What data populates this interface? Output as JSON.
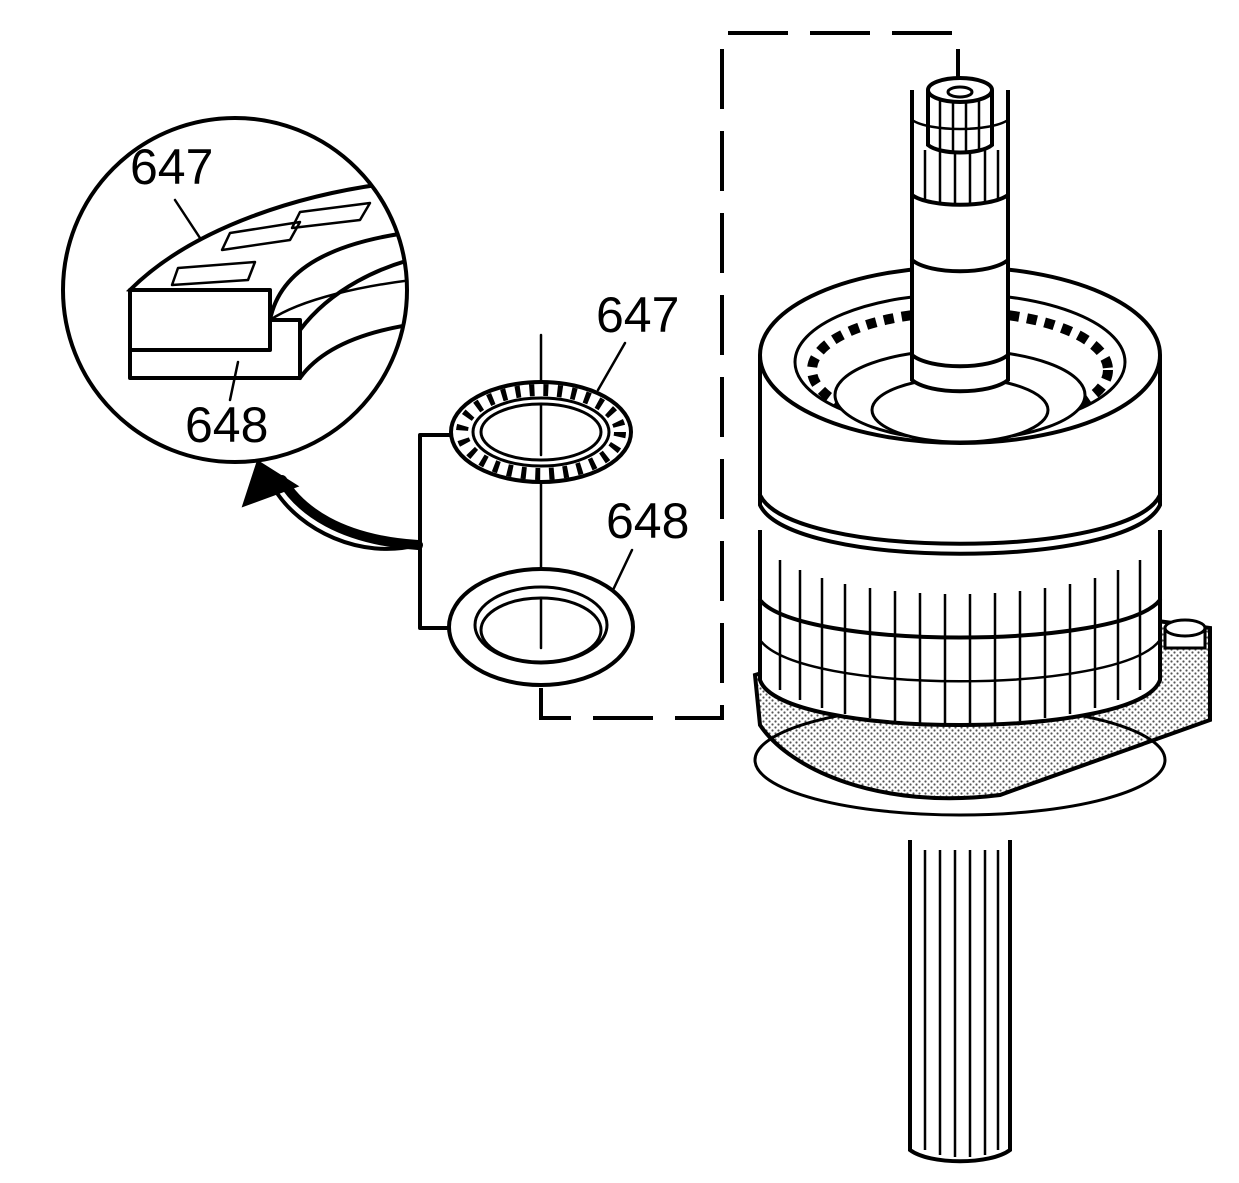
{
  "callouts": {
    "detail_top": "647",
    "detail_bottom": "648",
    "bearing": "647",
    "washer": "648"
  },
  "colors": {
    "ink": "#000000",
    "background": "#ffffff",
    "stipple": "#9a9a9a"
  }
}
